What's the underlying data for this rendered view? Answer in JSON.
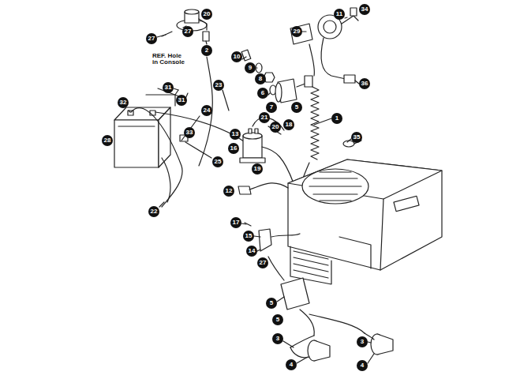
{
  "diagram": {
    "labels": [
      "20",
      "27",
      "27",
      "2",
      "REF. Hole in Console",
      "10",
      "9",
      "8",
      "29",
      "11",
      "34",
      "6",
      "7",
      "31",
      "31",
      "23",
      "36",
      "5",
      "32",
      "24",
      "21",
      "20",
      "1",
      "18",
      "28",
      "33",
      "13",
      "35",
      "16",
      "19",
      "25",
      "12",
      "22",
      "17",
      "15",
      "14",
      "27",
      "5",
      "5",
      "3",
      "4",
      "3",
      "4"
    ]
  }
}
